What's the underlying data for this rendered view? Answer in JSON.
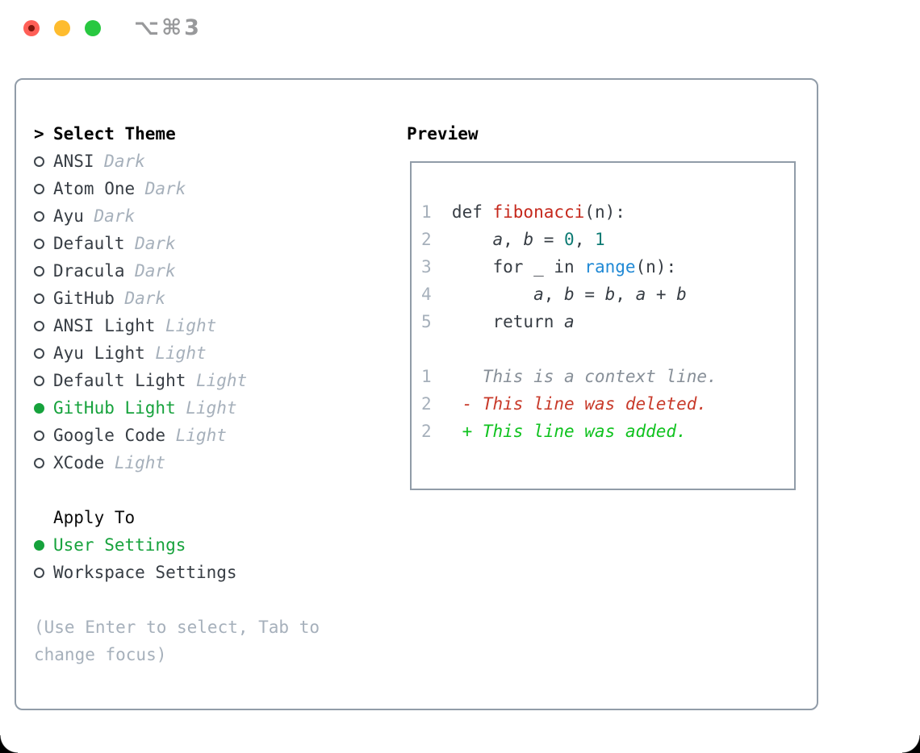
{
  "window": {
    "title": "⌥⌘3",
    "traffic_lights": [
      "close-icon",
      "minimize-icon",
      "zoom-icon"
    ]
  },
  "theme_selector": {
    "heading_prefix": ">",
    "heading": "Select Theme",
    "themes": [
      {
        "name": "ANSI",
        "variant": "Dark",
        "selected": false
      },
      {
        "name": "Atom One",
        "variant": "Dark",
        "selected": false
      },
      {
        "name": "Ayu",
        "variant": "Dark",
        "selected": false
      },
      {
        "name": "Default",
        "variant": "Dark",
        "selected": false
      },
      {
        "name": "Dracula",
        "variant": "Dark",
        "selected": false
      },
      {
        "name": "GitHub",
        "variant": "Dark",
        "selected": false
      },
      {
        "name": "ANSI Light",
        "variant": "Light",
        "selected": false
      },
      {
        "name": "Ayu Light",
        "variant": "Light",
        "selected": false
      },
      {
        "name": "Default Light",
        "variant": "Light",
        "selected": false
      },
      {
        "name": "GitHub Light",
        "variant": "Light",
        "selected": true
      },
      {
        "name": "Google Code",
        "variant": "Light",
        "selected": false
      },
      {
        "name": "XCode",
        "variant": "Light",
        "selected": false
      }
    ],
    "apply_heading": "Apply To",
    "apply_options": [
      {
        "name": "User Settings",
        "selected": true
      },
      {
        "name": "Workspace Settings",
        "selected": false
      }
    ],
    "hint": "(Use Enter to select, Tab to change focus)"
  },
  "preview": {
    "heading": "Preview",
    "code_lines": [
      {
        "no": "1",
        "segments": [
          {
            "t": "def ",
            "s": "code"
          },
          {
            "t": "fibonacci",
            "s": "func"
          },
          {
            "t": "(n):",
            "s": "code"
          }
        ]
      },
      {
        "no": "2",
        "segments": [
          {
            "t": "    ",
            "s": "code"
          },
          {
            "t": "a",
            "s": "var"
          },
          {
            "t": ", ",
            "s": "code"
          },
          {
            "t": "b",
            "s": "var"
          },
          {
            "t": " = ",
            "s": "code"
          },
          {
            "t": "0",
            "s": "num"
          },
          {
            "t": ", ",
            "s": "code"
          },
          {
            "t": "1",
            "s": "num"
          }
        ]
      },
      {
        "no": "3",
        "segments": [
          {
            "t": "    for _ in ",
            "s": "code"
          },
          {
            "t": "range",
            "s": "builtin"
          },
          {
            "t": "(n):",
            "s": "code"
          }
        ]
      },
      {
        "no": "4",
        "segments": [
          {
            "t": "        ",
            "s": "code"
          },
          {
            "t": "a",
            "s": "var"
          },
          {
            "t": ", ",
            "s": "code"
          },
          {
            "t": "b",
            "s": "var"
          },
          {
            "t": " = ",
            "s": "code"
          },
          {
            "t": "b",
            "s": "var"
          },
          {
            "t": ", ",
            "s": "code"
          },
          {
            "t": "a",
            "s": "var"
          },
          {
            "t": " + ",
            "s": "code"
          },
          {
            "t": "b",
            "s": "var"
          }
        ]
      },
      {
        "no": "5",
        "segments": [
          {
            "t": "    return ",
            "s": "code"
          },
          {
            "t": "a",
            "s": "var"
          }
        ]
      }
    ],
    "diff_lines": [
      {
        "no": "1",
        "segments": [
          {
            "t": "   This is a context line.",
            "s": "ctx"
          }
        ]
      },
      {
        "no": "2",
        "segments": [
          {
            "t": " - This line was deleted.",
            "s": "del"
          }
        ]
      },
      {
        "no": "2",
        "segments": [
          {
            "t": " + This line was added.",
            "s": "add"
          }
        ]
      }
    ]
  },
  "colors": {
    "selected_green": "#16a23c",
    "added_green": "#0fc21e",
    "deleted_red": "#c83a2a",
    "function_red": "#c5281c",
    "number_teal": "#0e7b74",
    "builtin_blue": "#2089d5",
    "code_text": "#373d44",
    "muted_gray": "#a6b0bb",
    "context_gray": "#878f98",
    "border_gray": "#919ca8",
    "traffic_red": "#ff5f57",
    "traffic_yellow": "#febc2e",
    "traffic_green": "#28c840"
  }
}
